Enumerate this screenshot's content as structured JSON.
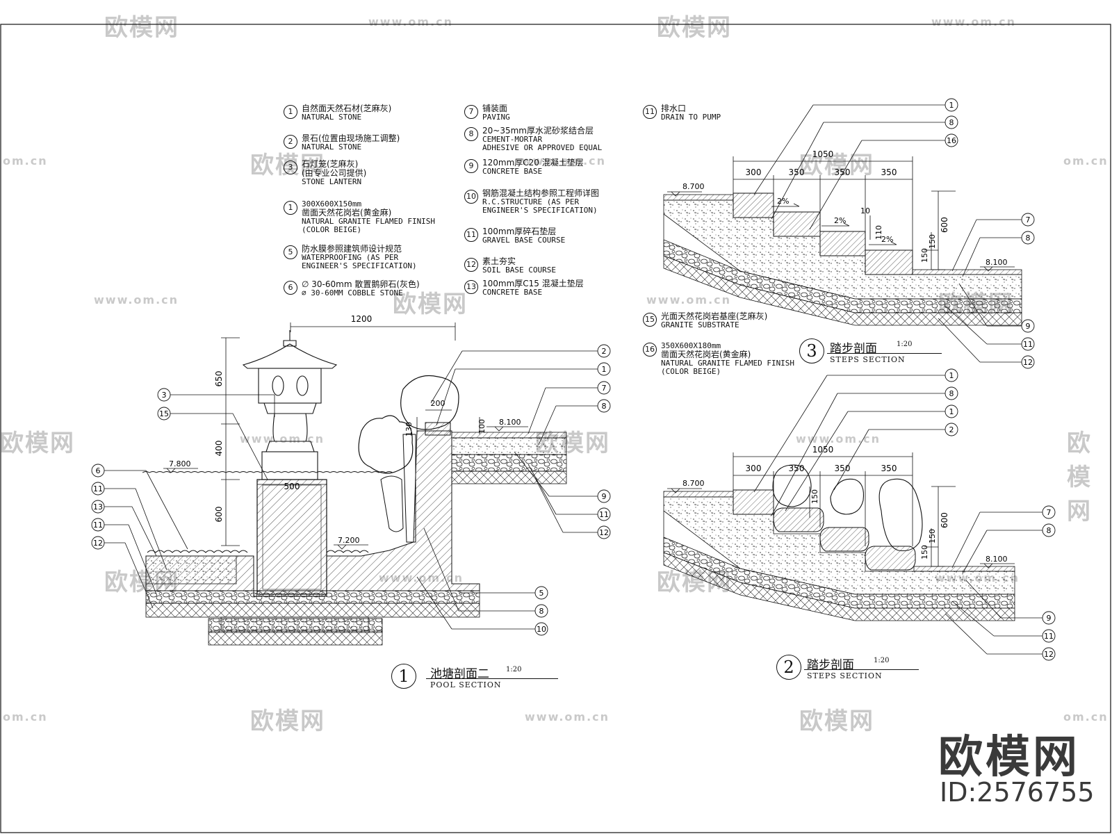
{
  "watermark": {
    "brand": "欧模网",
    "site": "www.om.cn",
    "site_short": "om.cn",
    "id_text": "ID:2576755"
  },
  "legend_left": [
    {
      "num": "1",
      "zh": "自然面天然石材(芝麻灰)",
      "en": [
        "NATURAL STONE"
      ]
    },
    {
      "num": "2",
      "zh": "景石(位置由现场施工调整)",
      "en": [
        "NATURAL STONE"
      ]
    },
    {
      "num": "3",
      "zh": "石灯笼(芝麻灰)",
      "zh2": "(由专业公司提供)",
      "en": [
        "STONE LANTERN"
      ]
    },
    {
      "num": "1",
      "zh0": "300X600X150mm",
      "zh": "凿面天然花岗岩(黄金麻)",
      "en": [
        "NATURAL GRANITE FLAMED FINISH",
        "(COLOR BEIGE)"
      ]
    },
    {
      "num": "5",
      "zh": "防水膜参照建筑师设计规范",
      "en": [
        "WATERPROOFING (AS PER",
        "ENGINEER'S SPECIFICATION)"
      ]
    },
    {
      "num": "6",
      "zh": "∅ 30-60mm 散置鹅卵石(灰色)",
      "en": [
        "∅ 30-60MM COBBLE STONE"
      ]
    }
  ],
  "legend_mid": [
    {
      "num": "7",
      "zh": "铺装面",
      "en": [
        "PAVING"
      ]
    },
    {
      "num": "8",
      "zh": "20~35mm厚水泥砂浆结合层",
      "en": [
        "CEMENT-MORTAR",
        "ADHESIVE OR APPROVED EQUAL"
      ]
    },
    {
      "num": "9",
      "zh": "120mm厚C20 混凝土垫层",
      "en": [
        "CONCRETE BASE"
      ]
    },
    {
      "num": "10",
      "zh": "钢筋混凝土结构参照工程师详图",
      "en": [
        "R.C.STRUCTURE (AS PER",
        "ENGINEER'S SPECIFICATION)"
      ]
    },
    {
      "num": "11",
      "zh": "100mm厚碎石垫层",
      "en": [
        "GRAVEL BASE COURSE"
      ]
    },
    {
      "num": "12",
      "zh": "素土夯实",
      "en": [
        "SOIL BASE COURSE"
      ]
    },
    {
      "num": "13",
      "zh": "100mm厚C15 混凝土垫层",
      "en": [
        "CONCRETE BASE"
      ]
    }
  ],
  "legend_right": [
    {
      "num": "11",
      "zh": "排水口",
      "en": [
        "DRAIN TO PUMP"
      ]
    },
    {
      "num": "15",
      "zh": "光面天然花岗岩基座(芝麻灰)",
      "en": [
        "GRANITE SUBSTRATE"
      ]
    },
    {
      "num": "16",
      "zh0": "350X600X180mm",
      "zh": "凿面天然花岗岩(黄金麻)",
      "en": [
        "NATURAL GRANITE FLAMED FINISH",
        "(COLOR BEIGE)"
      ]
    }
  ],
  "titles": [
    {
      "num": "1",
      "zh": "池塘剖面二",
      "scale": "1:20",
      "en": "POOL SECTION"
    },
    {
      "num": "3",
      "zh": "踏步剖面",
      "scale": "1:20",
      "en": "STEPS SECTION"
    },
    {
      "num": "2",
      "zh": "踏步剖面",
      "scale": "1:20",
      "en": "STEPS SECTION"
    }
  ],
  "pool": {
    "dims": {
      "width_top": "1200",
      "lantern_top": "650",
      "lantern_mid": "400",
      "pedestal": "600",
      "pedestal_w": "500",
      "edge": "200",
      "edge_h": "130",
      "edge_h2": "100"
    },
    "levels": {
      "water": "7.800",
      "bottom": "7.200",
      "paving": "8.100"
    },
    "callouts_left": [
      "3",
      "15",
      "6",
      "11",
      "13",
      "11",
      "12"
    ],
    "callouts_right": [
      "2",
      "1",
      "7",
      "8",
      "9",
      "11",
      "12",
      "5",
      "8",
      "10"
    ]
  },
  "steps3": {
    "dims": {
      "total": "1050",
      "d1": "300",
      "d2": "350",
      "d3": "350",
      "d4": "350",
      "slope1": "2%",
      "slope2": "2%",
      "slope3": "2%",
      "gap": "10",
      "gap2": "110",
      "h1": "150",
      "h2": "150",
      "h3": "600"
    },
    "levels": {
      "top": "8.700",
      "bottom": "8.100"
    },
    "callouts": [
      "1",
      "8",
      "16",
      "7",
      "8",
      "9",
      "11",
      "12"
    ]
  },
  "steps2": {
    "dims": {
      "total": "1050",
      "d1": "300",
      "d2": "350",
      "d3": "350",
      "d4": "350",
      "h_stone": "150",
      "h1": "150",
      "h2": "150",
      "h3": "600"
    },
    "levels": {
      "top": "8.700",
      "bottom": "8.100"
    },
    "callouts": [
      "1",
      "8",
      "1",
      "2",
      "7",
      "8",
      "9",
      "11",
      "12"
    ]
  }
}
